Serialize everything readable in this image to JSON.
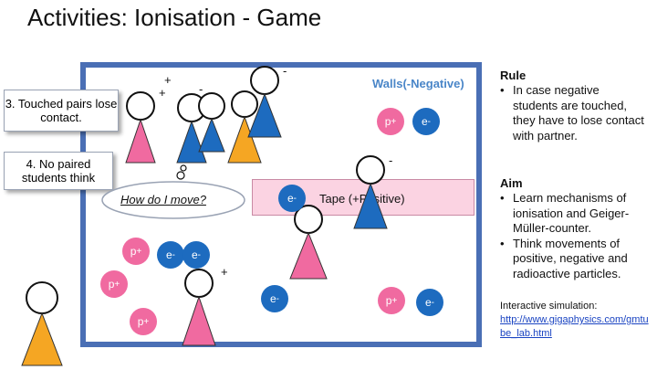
{
  "slide": {
    "title": "Activities:  Ionisation - Game"
  },
  "board": {
    "walls_label": "Walls(-Negative)",
    "tape_label": "Tape (+Positive)",
    "thought_bubble": "How do I move?",
    "symbols": {
      "plus": "+",
      "minus": "-"
    },
    "charges": {
      "positive_label": "p",
      "positive_sup": "+",
      "negative_label": "e",
      "negative_sup": "-"
    }
  },
  "callouts": {
    "touched_pairs": "3. Touched pairs lose contact.",
    "no_paired": "4. No paired students think"
  },
  "rule": {
    "heading": "Rule",
    "items": [
      "In case negative students are touched, they have to  lose contact with partner."
    ]
  },
  "aim": {
    "heading": "Aim",
    "items": [
      "Learn mechanisms of ionisation and Geiger-Müller-counter.",
      "Think movements of positive, negative and radioactive particles."
    ]
  },
  "simulation": {
    "label": "Interactive simulation:",
    "link": "http://www.gigaphysics.com/gmtube_lab.html"
  },
  "colors": {
    "positive": "#f06aa0",
    "negative": "#1d6bbf",
    "neutral": "#f5a623",
    "tape": "#fbd3e2",
    "board_border": "#4a6fb5",
    "walls_text": "#4a86c8",
    "link": "#1a44c2"
  }
}
